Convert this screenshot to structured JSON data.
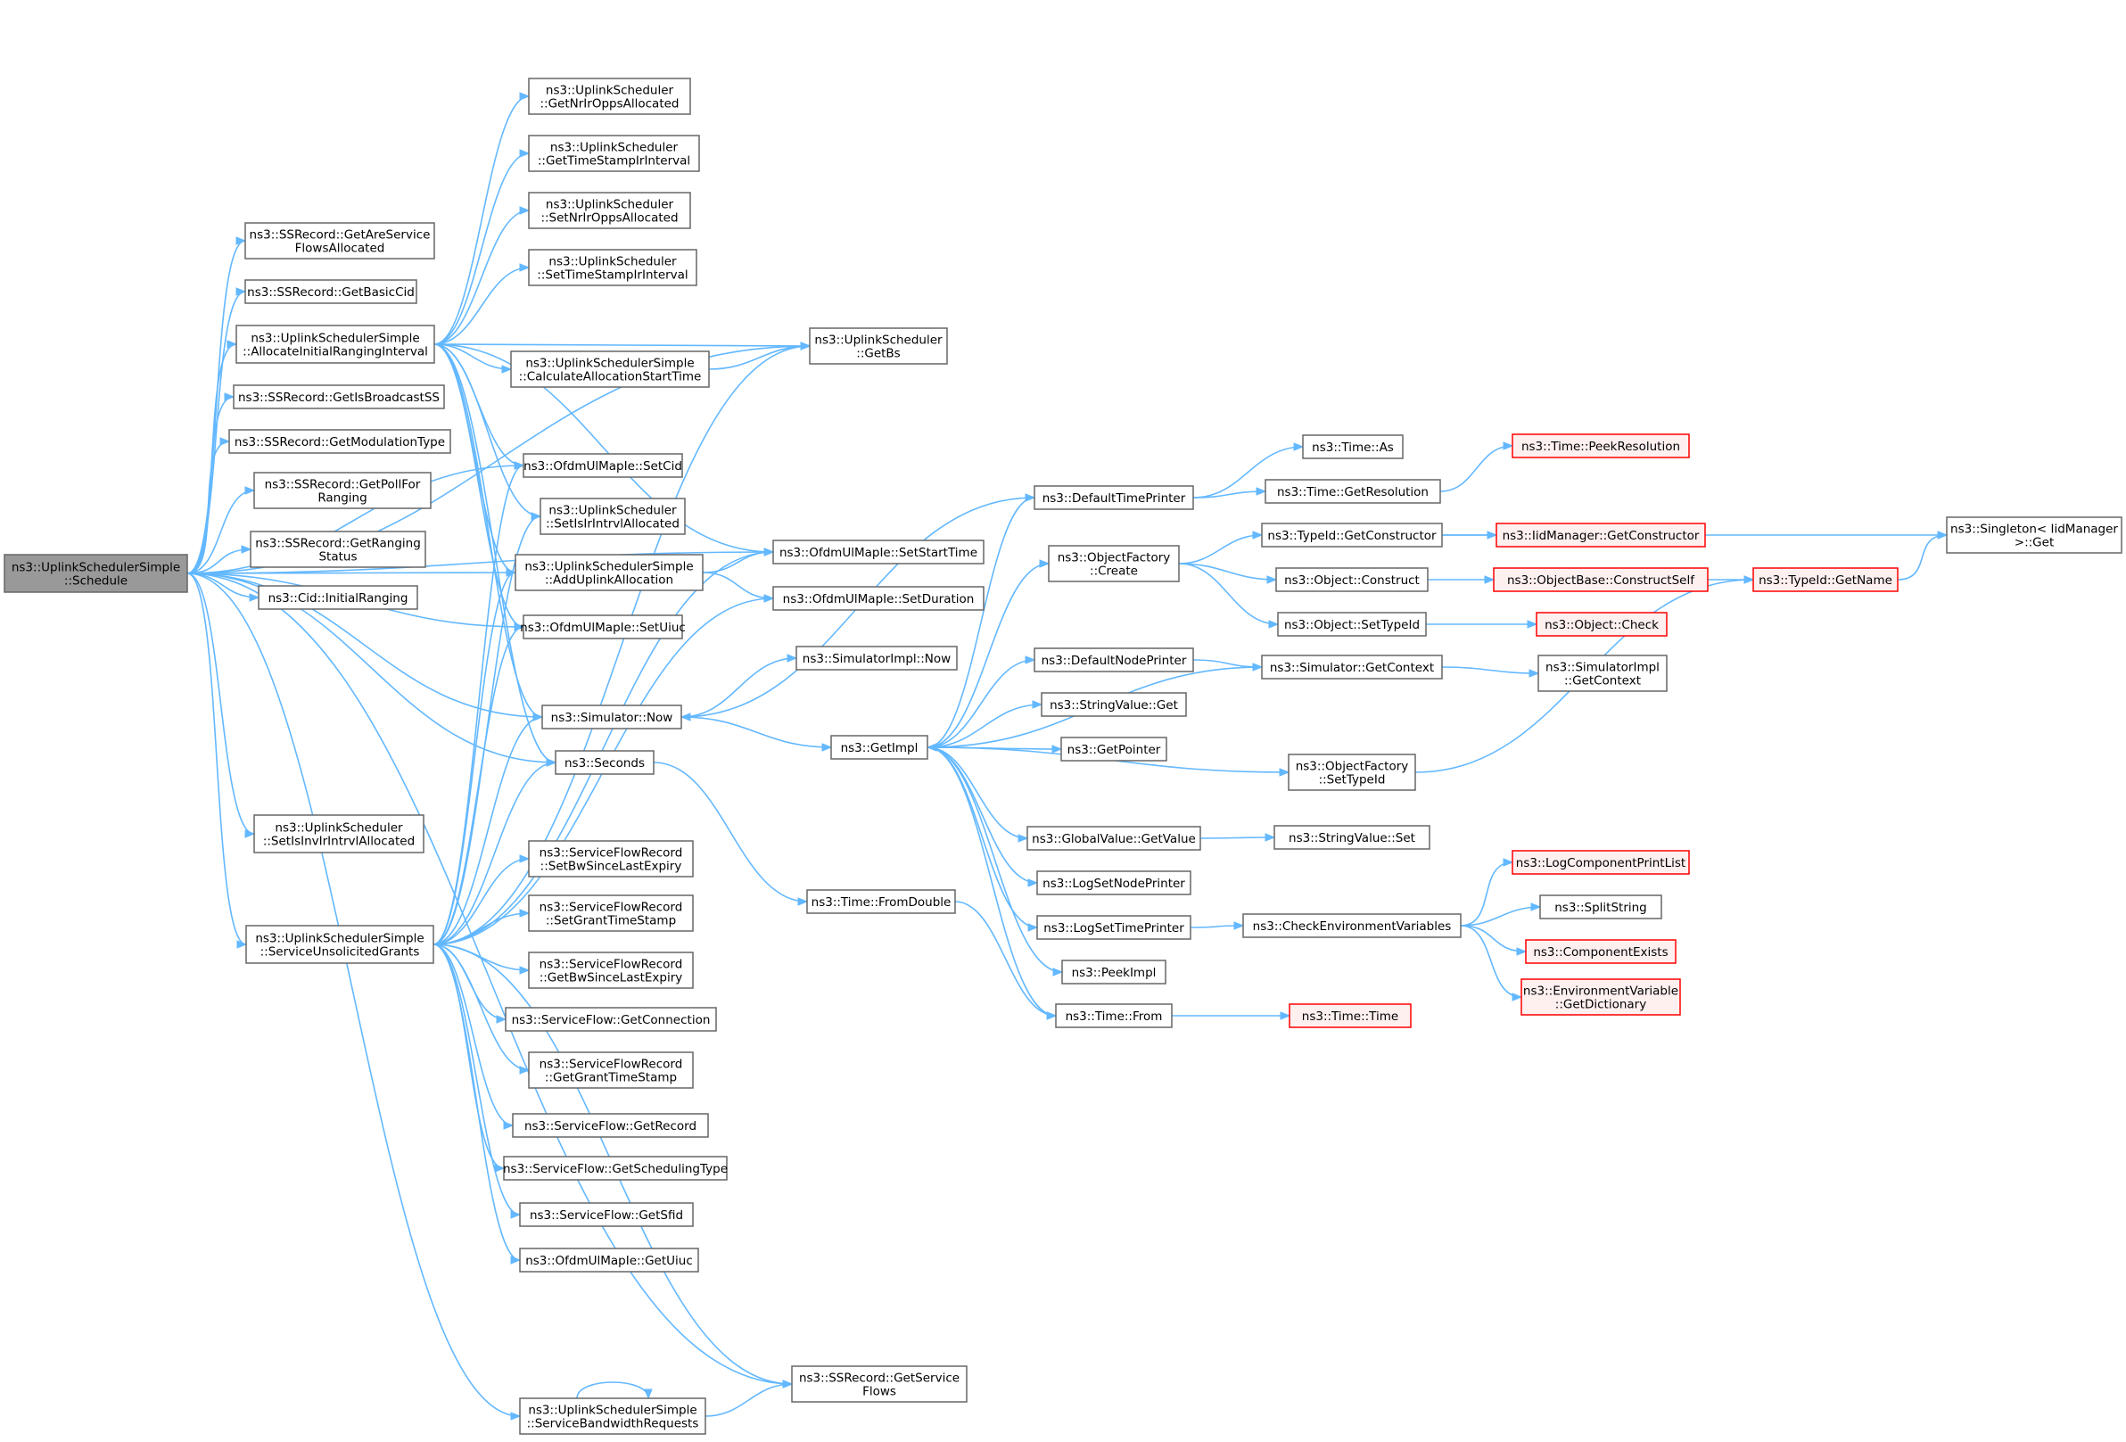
{
  "graph": {
    "nodes": [
      {
        "id": "schedule",
        "lines": [
          "ns3::UplinkSchedulerSimple",
          "::Schedule"
        ],
        "style": "root"
      },
      {
        "id": "getAreServiceFlowsAllocated",
        "lines": [
          "ns3::SSRecord::GetAreService",
          "FlowsAllocated"
        ],
        "style": "normal"
      },
      {
        "id": "getBasicCid",
        "lines": [
          "ns3::SSRecord::GetBasicCid"
        ],
        "style": "normal"
      },
      {
        "id": "allocateInitialRanging",
        "lines": [
          "ns3::UplinkSchedulerSimple",
          "::AllocateInitialRangingInterval"
        ],
        "style": "normal"
      },
      {
        "id": "getIsBroadcastSS",
        "lines": [
          "ns3::SSRecord::GetIsBroadcastSS"
        ],
        "style": "normal"
      },
      {
        "id": "getModulationType",
        "lines": [
          "ns3::SSRecord::GetModulationType"
        ],
        "style": "normal"
      },
      {
        "id": "getPollForRanging",
        "lines": [
          "ns3::SSRecord::GetPollFor",
          "Ranging"
        ],
        "style": "normal"
      },
      {
        "id": "getRangingStatus",
        "lines": [
          "ns3::SSRecord::GetRanging",
          "Status"
        ],
        "style": "normal"
      },
      {
        "id": "initialRanging",
        "lines": [
          "ns3::Cid::InitialRanging"
        ],
        "style": "normal"
      },
      {
        "id": "setIsInvIrIntrvl",
        "lines": [
          "ns3::UplinkScheduler",
          "::SetIsInvIrIntrvlAllocated"
        ],
        "style": "normal"
      },
      {
        "id": "serviceUnsolicited",
        "lines": [
          "ns3::UplinkSchedulerSimple",
          "::ServiceUnsolicitedGrants"
        ],
        "style": "normal"
      },
      {
        "id": "getNrIrOpps",
        "lines": [
          "ns3::UplinkScheduler",
          "::GetNrIrOppsAllocated"
        ],
        "style": "normal"
      },
      {
        "id": "getTimeStampIr",
        "lines": [
          "ns3::UplinkScheduler",
          "::GetTimeStampIrInterval"
        ],
        "style": "normal"
      },
      {
        "id": "setNrIrOpps",
        "lines": [
          "ns3::UplinkScheduler",
          "::SetNrIrOppsAllocated"
        ],
        "style": "normal"
      },
      {
        "id": "setTimeStampIr",
        "lines": [
          "ns3::UplinkScheduler",
          "::SetTimeStampIrInterval"
        ],
        "style": "normal"
      },
      {
        "id": "calcAllocStart",
        "lines": [
          "ns3::UplinkSchedulerSimple",
          "::CalculateAllocationStartTime"
        ],
        "style": "normal"
      },
      {
        "id": "setCid",
        "lines": [
          "ns3::OfdmUlMapIe::SetCid"
        ],
        "style": "normal"
      },
      {
        "id": "setIsIrIntrvl",
        "lines": [
          "ns3::UplinkScheduler",
          "::SetIsIrIntrvlAllocated"
        ],
        "style": "normal"
      },
      {
        "id": "addUplinkAlloc",
        "lines": [
          "ns3::UplinkSchedulerSimple",
          "::AddUplinkAllocation"
        ],
        "style": "normal"
      },
      {
        "id": "setUiuc",
        "lines": [
          "ns3::OfdmUlMapIe::SetUiuc"
        ],
        "style": "normal"
      },
      {
        "id": "simNow",
        "lines": [
          "ns3::Simulator::Now"
        ],
        "style": "normal"
      },
      {
        "id": "seconds",
        "lines": [
          "ns3::Seconds"
        ],
        "style": "normal"
      },
      {
        "id": "setBwSince",
        "lines": [
          "ns3::ServiceFlowRecord",
          "::SetBwSinceLastExpiry"
        ],
        "style": "normal"
      },
      {
        "id": "setGrantTS",
        "lines": [
          "ns3::ServiceFlowRecord",
          "::SetGrantTimeStamp"
        ],
        "style": "normal"
      },
      {
        "id": "getBwSince",
        "lines": [
          "ns3::ServiceFlowRecord",
          "::GetBwSinceLastExpiry"
        ],
        "style": "normal"
      },
      {
        "id": "getConnection",
        "lines": [
          "ns3::ServiceFlow::GetConnection"
        ],
        "style": "normal"
      },
      {
        "id": "getGrantTS",
        "lines": [
          "ns3::ServiceFlowRecord",
          "::GetGrantTimeStamp"
        ],
        "style": "normal"
      },
      {
        "id": "getRecord",
        "lines": [
          "ns3::ServiceFlow::GetRecord"
        ],
        "style": "normal"
      },
      {
        "id": "getSchedType",
        "lines": [
          "ns3::ServiceFlow::GetSchedulingType"
        ],
        "style": "normal"
      },
      {
        "id": "getSfid",
        "lines": [
          "ns3::ServiceFlow::GetSfid"
        ],
        "style": "normal"
      },
      {
        "id": "getUiuc",
        "lines": [
          "ns3::OfdmUlMapIe::GetUiuc"
        ],
        "style": "normal"
      },
      {
        "id": "serviceBwReq",
        "lines": [
          "ns3::UplinkSchedulerSimple",
          "::ServiceBandwidthRequests"
        ],
        "style": "normal"
      },
      {
        "id": "getBs",
        "lines": [
          "ns3::UplinkScheduler",
          "::GetBs"
        ],
        "style": "normal"
      },
      {
        "id": "setStartTime",
        "lines": [
          "ns3::OfdmUlMapIe::SetStartTime"
        ],
        "style": "normal"
      },
      {
        "id": "setDuration",
        "lines": [
          "ns3::OfdmUlMapIe::SetDuration"
        ],
        "style": "normal"
      },
      {
        "id": "simImplNow",
        "lines": [
          "ns3::SimulatorImpl::Now"
        ],
        "style": "normal"
      },
      {
        "id": "getImpl",
        "lines": [
          "ns3::GetImpl"
        ],
        "style": "normal"
      },
      {
        "id": "fromDouble",
        "lines": [
          "ns3::Time::FromDouble"
        ],
        "style": "normal"
      },
      {
        "id": "getServiceFlows",
        "lines": [
          "ns3::SSRecord::GetService",
          "Flows"
        ],
        "style": "normal"
      },
      {
        "id": "defaultTimePrinter",
        "lines": [
          "ns3::DefaultTimePrinter"
        ],
        "style": "normal"
      },
      {
        "id": "objFactoryCreate",
        "lines": [
          "ns3::ObjectFactory",
          "::Create"
        ],
        "style": "normal"
      },
      {
        "id": "defaultNodePrinter",
        "lines": [
          "ns3::DefaultNodePrinter"
        ],
        "style": "normal"
      },
      {
        "id": "stringValueGet",
        "lines": [
          "ns3::StringValue::Get"
        ],
        "style": "normal"
      },
      {
        "id": "getPointer",
        "lines": [
          "ns3::GetPointer"
        ],
        "style": "normal"
      },
      {
        "id": "globalValueGet",
        "lines": [
          "ns3::GlobalValue::GetValue"
        ],
        "style": "normal"
      },
      {
        "id": "logSetNodePrinter",
        "lines": [
          "ns3::LogSetNodePrinter"
        ],
        "style": "normal"
      },
      {
        "id": "logSetTimePrinter",
        "lines": [
          "ns3::LogSetTimePrinter"
        ],
        "style": "normal"
      },
      {
        "id": "peekImpl",
        "lines": [
          "ns3::PeekImpl"
        ],
        "style": "normal"
      },
      {
        "id": "timeFrom",
        "lines": [
          "ns3::Time::From"
        ],
        "style": "normal"
      },
      {
        "id": "timeAs",
        "lines": [
          "ns3::Time::As"
        ],
        "style": "normal"
      },
      {
        "id": "timeGetRes",
        "lines": [
          "ns3::Time::GetResolution"
        ],
        "style": "normal"
      },
      {
        "id": "typeIdGetCtor",
        "lines": [
          "ns3::TypeId::GetConstructor"
        ],
        "style": "normal"
      },
      {
        "id": "objConstruct",
        "lines": [
          "ns3::Object::Construct"
        ],
        "style": "normal"
      },
      {
        "id": "objSetTypeId",
        "lines": [
          "ns3::Object::SetTypeId"
        ],
        "style": "normal"
      },
      {
        "id": "simGetContext",
        "lines": [
          "ns3::Simulator::GetContext"
        ],
        "style": "normal"
      },
      {
        "id": "objFactorySetTypeId",
        "lines": [
          "ns3::ObjectFactory",
          "::SetTypeId"
        ],
        "style": "normal"
      },
      {
        "id": "stringValueSet",
        "lines": [
          "ns3::StringValue::Set"
        ],
        "style": "normal"
      },
      {
        "id": "checkEnvVars",
        "lines": [
          "ns3::CheckEnvironmentVariables"
        ],
        "style": "normal"
      },
      {
        "id": "timePeekRes",
        "lines": [
          "ns3::Time::PeekResolution"
        ],
        "style": "trunc"
      },
      {
        "id": "iidGetCtor",
        "lines": [
          "ns3::IidManager::GetConstructor"
        ],
        "style": "trunc"
      },
      {
        "id": "objBaseCtorSelf",
        "lines": [
          "ns3::ObjectBase::ConstructSelf"
        ],
        "style": "trunc"
      },
      {
        "id": "objCheck",
        "lines": [
          "ns3::Object::Check"
        ],
        "style": "trunc"
      },
      {
        "id": "simImplGetContext",
        "lines": [
          "ns3::SimulatorImpl",
          "::GetContext"
        ],
        "style": "normal"
      },
      {
        "id": "logCompPrintList",
        "lines": [
          "ns3::LogComponentPrintList"
        ],
        "style": "trunc"
      },
      {
        "id": "splitString",
        "lines": [
          "ns3::SplitString"
        ],
        "style": "normal"
      },
      {
        "id": "componentExists",
        "lines": [
          "ns3::ComponentExists"
        ],
        "style": "trunc"
      },
      {
        "id": "envVarGetDict",
        "lines": [
          "ns3::EnvironmentVariable",
          "::GetDictionary"
        ],
        "style": "trunc"
      },
      {
        "id": "timeTime",
        "lines": [
          "ns3::Time::Time"
        ],
        "style": "trunc"
      },
      {
        "id": "singletonGet",
        "lines": [
          "ns3::Singleton< IidManager",
          ">::Get"
        ],
        "style": "normal"
      },
      {
        "id": "typeIdGetName",
        "lines": [
          "ns3::TypeId::GetName"
        ],
        "style": "trunc"
      }
    ],
    "edges": [
      [
        "schedule",
        "getAreServiceFlowsAllocated"
      ],
      [
        "schedule",
        "getBasicCid"
      ],
      [
        "schedule",
        "allocateInitialRanging"
      ],
      [
        "schedule",
        "getIsBroadcastSS"
      ],
      [
        "schedule",
        "getModulationType"
      ],
      [
        "schedule",
        "getPollForRanging"
      ],
      [
        "schedule",
        "getRangingStatus"
      ],
      [
        "schedule",
        "initialRanging"
      ],
      [
        "schedule",
        "setIsInvIrIntrvl"
      ],
      [
        "schedule",
        "serviceUnsolicited"
      ],
      [
        "schedule",
        "serviceBwReq"
      ],
      [
        "schedule",
        "getBs"
      ],
      [
        "schedule",
        "setStartTime"
      ],
      [
        "schedule",
        "setCid"
      ],
      [
        "schedule",
        "addUplinkAlloc"
      ],
      [
        "schedule",
        "setUiuc"
      ],
      [
        "schedule",
        "simNow"
      ],
      [
        "schedule",
        "seconds"
      ],
      [
        "schedule",
        "getServiceFlows"
      ],
      [
        "allocateInitialRanging",
        "getNrIrOpps"
      ],
      [
        "allocateInitialRanging",
        "getTimeStampIr"
      ],
      [
        "allocateInitialRanging",
        "setNrIrOpps"
      ],
      [
        "allocateInitialRanging",
        "setTimeStampIr"
      ],
      [
        "allocateInitialRanging",
        "getBs"
      ],
      [
        "allocateInitialRanging",
        "calcAllocStart"
      ],
      [
        "allocateInitialRanging",
        "setStartTime"
      ],
      [
        "allocateInitialRanging",
        "setCid"
      ],
      [
        "allocateInitialRanging",
        "setIsIrIntrvl"
      ],
      [
        "allocateInitialRanging",
        "addUplinkAlloc"
      ],
      [
        "allocateInitialRanging",
        "setUiuc"
      ],
      [
        "allocateInitialRanging",
        "simNow"
      ],
      [
        "allocateInitialRanging",
        "seconds"
      ],
      [
        "calcAllocStart",
        "getBs"
      ],
      [
        "addUplinkAlloc",
        "setStartTime"
      ],
      [
        "addUplinkAlloc",
        "setDuration"
      ],
      [
        "simNow",
        "simImplNow"
      ],
      [
        "simNow",
        "getImpl"
      ],
      [
        "seconds",
        "fromDouble"
      ],
      [
        "serviceUnsolicited",
        "setBwSince"
      ],
      [
        "serviceUnsolicited",
        "setGrantTS"
      ],
      [
        "serviceUnsolicited",
        "getBwSince"
      ],
      [
        "serviceUnsolicited",
        "getConnection"
      ],
      [
        "serviceUnsolicited",
        "getGrantTS"
      ],
      [
        "serviceUnsolicited",
        "getRecord"
      ],
      [
        "serviceUnsolicited",
        "getSchedType"
      ],
      [
        "serviceUnsolicited",
        "getSfid"
      ],
      [
        "serviceUnsolicited",
        "getUiuc"
      ],
      [
        "serviceUnsolicited",
        "getServiceFlows"
      ],
      [
        "serviceUnsolicited",
        "seconds"
      ],
      [
        "serviceUnsolicited",
        "simNow"
      ],
      [
        "serviceUnsolicited",
        "setUiuc"
      ],
      [
        "serviceUnsolicited",
        "addUplinkAlloc"
      ],
      [
        "serviceUnsolicited",
        "setIsIrIntrvl"
      ],
      [
        "serviceUnsolicited",
        "setCid"
      ],
      [
        "serviceUnsolicited",
        "setStartTime"
      ],
      [
        "serviceUnsolicited",
        "setDuration"
      ],
      [
        "serviceUnsolicited",
        "getBs"
      ],
      [
        "serviceBwReq",
        "serviceBwReq"
      ],
      [
        "serviceBwReq",
        "getServiceFlows"
      ],
      [
        "fromDouble",
        "timeFrom"
      ],
      [
        "getImpl",
        "defaultTimePrinter"
      ],
      [
        "getImpl",
        "objFactoryCreate"
      ],
      [
        "getImpl",
        "defaultNodePrinter"
      ],
      [
        "getImpl",
        "stringValueGet"
      ],
      [
        "getImpl",
        "getPointer"
      ],
      [
        "getImpl",
        "objFactorySetTypeId"
      ],
      [
        "getImpl",
        "globalValueGet"
      ],
      [
        "getImpl",
        "logSetNodePrinter"
      ],
      [
        "getImpl",
        "logSetTimePrinter"
      ],
      [
        "getImpl",
        "peekImpl"
      ],
      [
        "getImpl",
        "timeFrom"
      ],
      [
        "defaultTimePrinter",
        "timeAs"
      ],
      [
        "defaultTimePrinter",
        "timeGetRes"
      ],
      [
        "defaultTimePrinter",
        "simNow"
      ],
      [
        "timeGetRes",
        "timePeekRes"
      ],
      [
        "objFactoryCreate",
        "typeIdGetCtor"
      ],
      [
        "objFactoryCreate",
        "objConstruct"
      ],
      [
        "objFactoryCreate",
        "objSetTypeId"
      ],
      [
        "typeIdGetCtor",
        "iidGetCtor"
      ],
      [
        "typeIdGetCtor",
        "singletonGet"
      ],
      [
        "objConstruct",
        "objBaseCtorSelf"
      ],
      [
        "objBaseCtorSelf",
        "typeIdGetName"
      ],
      [
        "typeIdGetName",
        "singletonGet"
      ],
      [
        "objSetTypeId",
        "objCheck"
      ],
      [
        "defaultNodePrinter",
        "simGetContext"
      ],
      [
        "simGetContext",
        "simImplGetContext"
      ],
      [
        "simGetContext",
        "getImpl"
      ],
      [
        "objFactorySetTypeId",
        "typeIdGetName"
      ],
      [
        "globalValueGet",
        "stringValueSet"
      ],
      [
        "logSetTimePrinter",
        "checkEnvVars"
      ],
      [
        "checkEnvVars",
        "logCompPrintList"
      ],
      [
        "checkEnvVars",
        "splitString"
      ],
      [
        "checkEnvVars",
        "componentExists"
      ],
      [
        "checkEnvVars",
        "envVarGetDict"
      ],
      [
        "timeFrom",
        "timeTime"
      ]
    ],
    "colors": {
      "edge": "#63b8ff",
      "node_border": "#666666",
      "root_fill": "#999999",
      "truncated_border": "#ff0000",
      "truncated_fill": "#fff0f0"
    }
  }
}
